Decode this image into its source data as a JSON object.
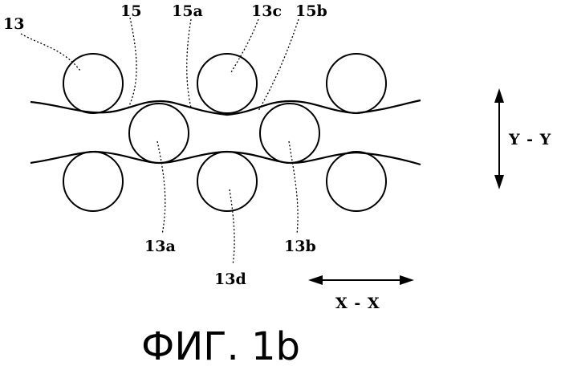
{
  "labels": {
    "l13": "13",
    "l15": "15",
    "l15a": "15a",
    "l13c": "13c",
    "l15b": "15b",
    "l13a": "13a",
    "l13b": "13b",
    "l13d": "13d"
  },
  "axes": {
    "vertical": "Y - Y",
    "horizontal": "X - X"
  },
  "caption": "ФИГ. 1b"
}
